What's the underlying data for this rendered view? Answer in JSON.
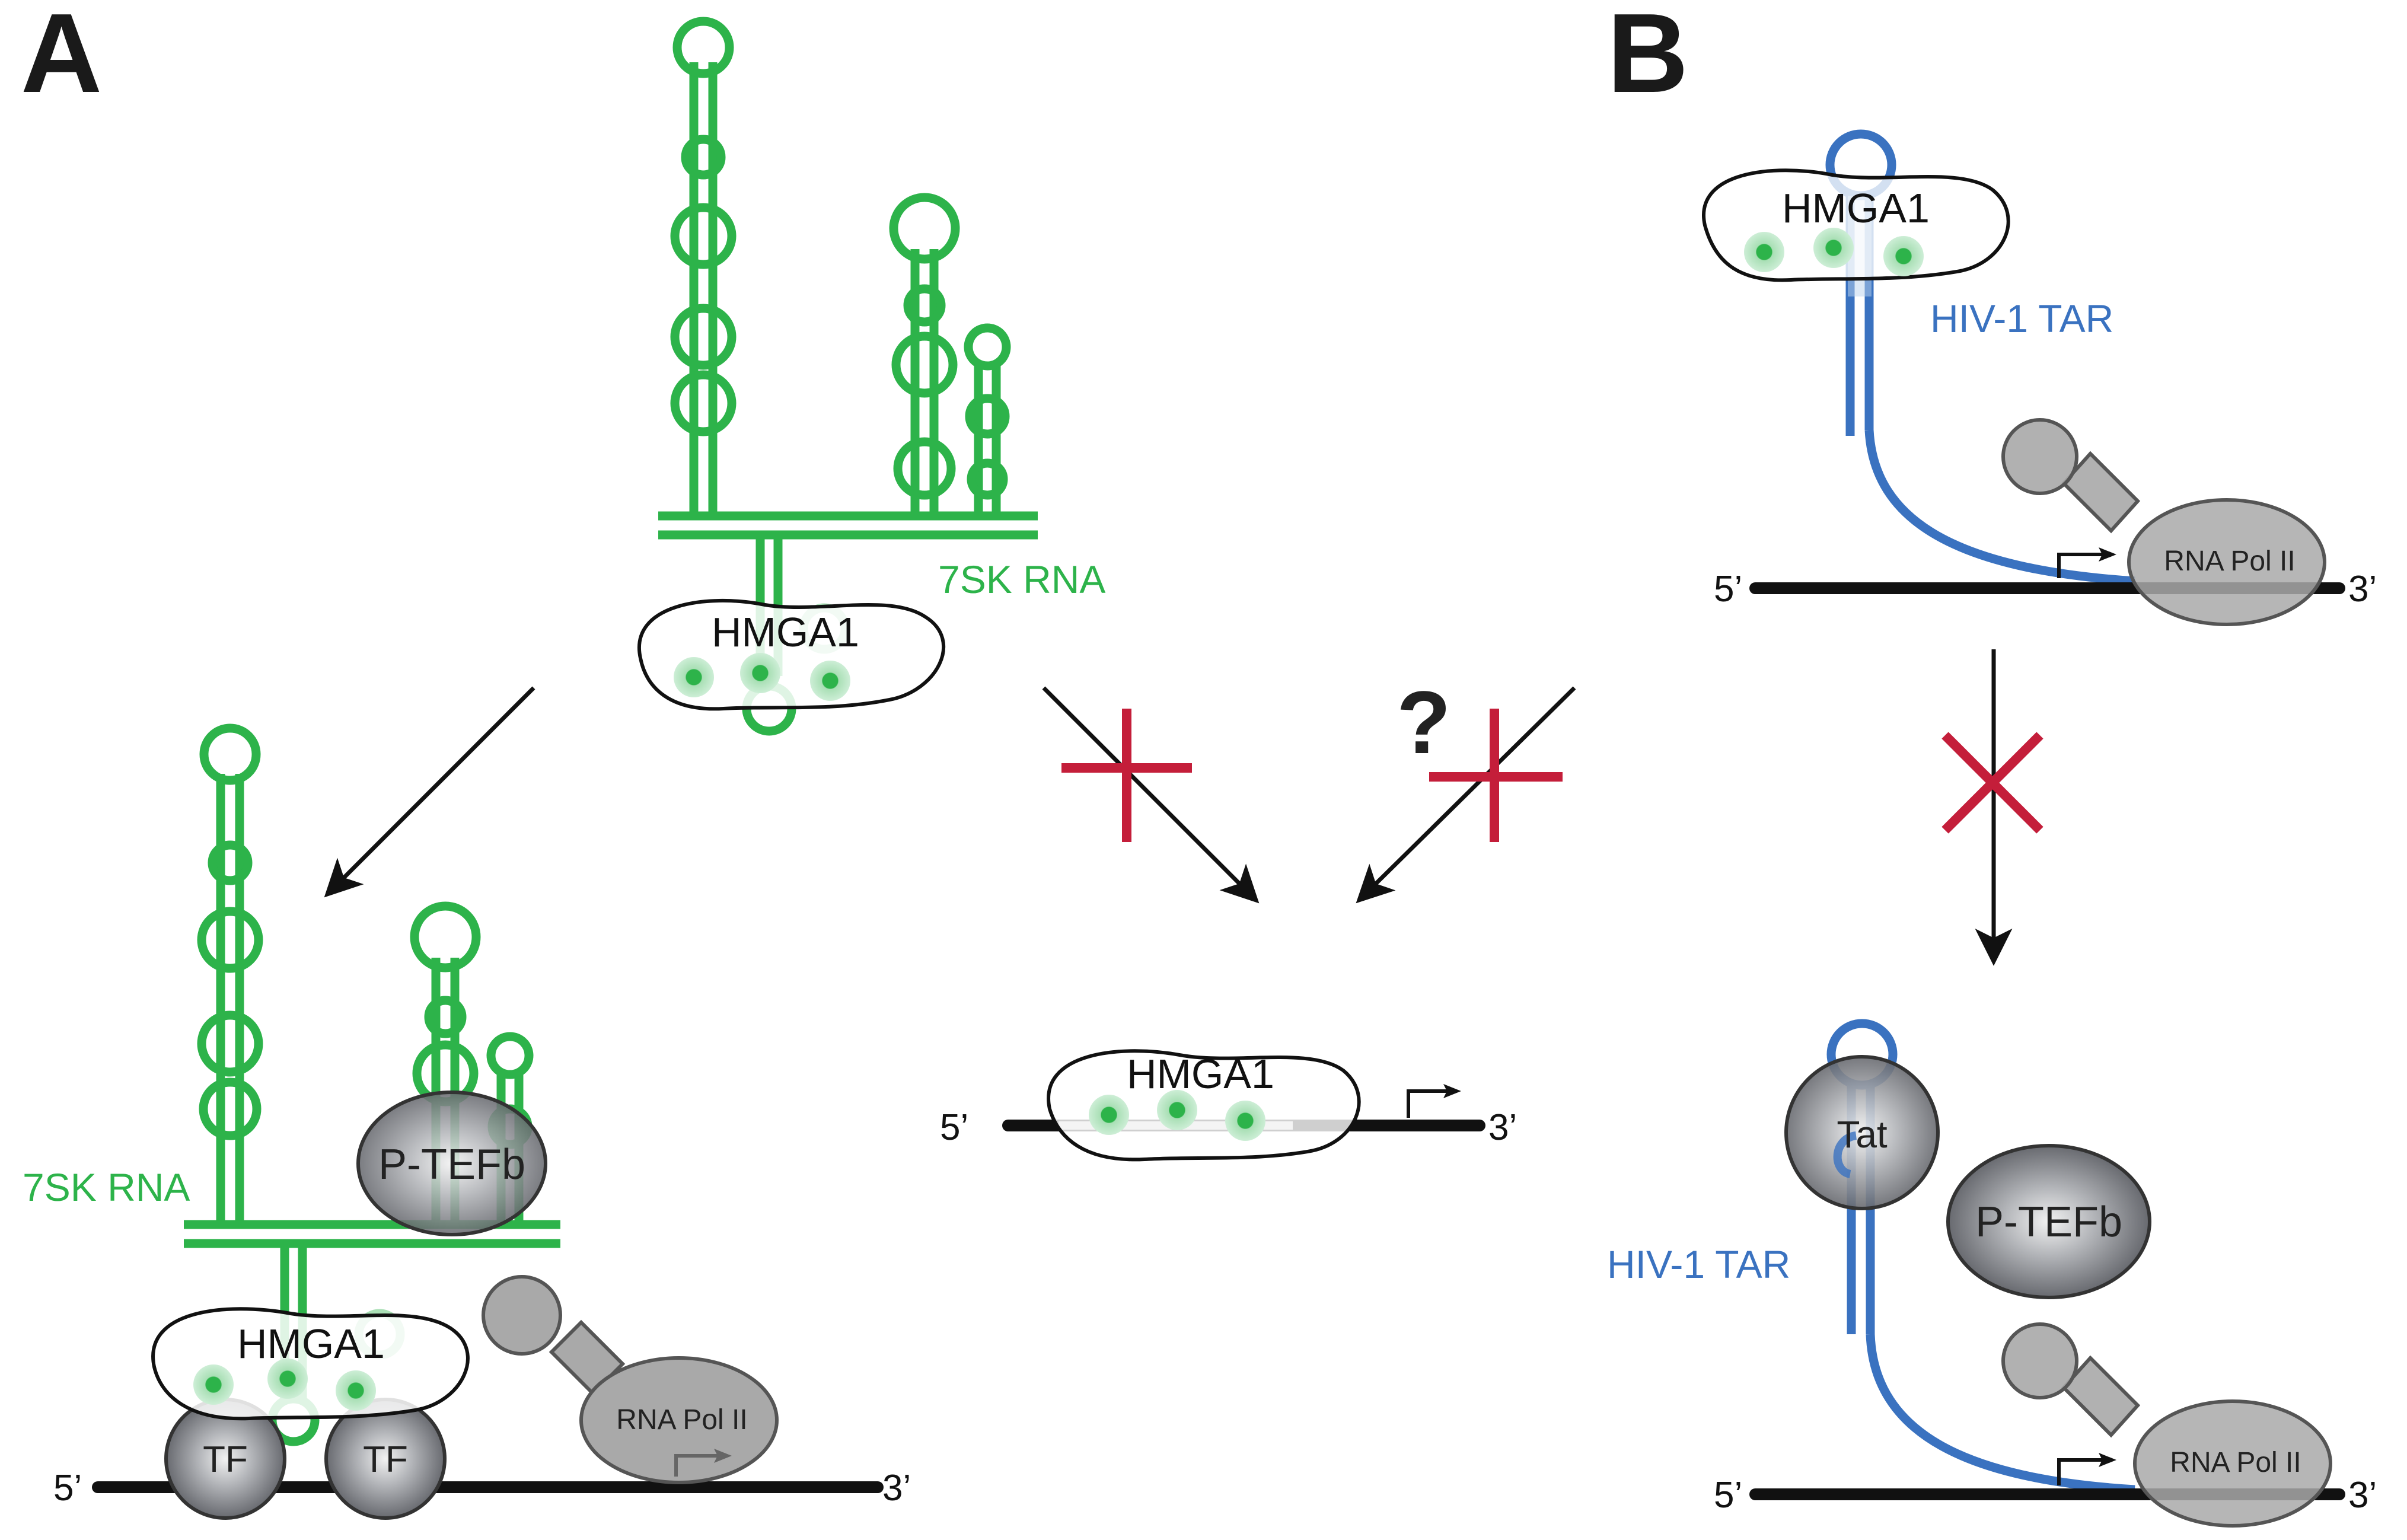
{
  "panels": {
    "a": "A",
    "b": "B"
  },
  "labels": {
    "hmga1": "HMGA1",
    "rna_7sk": "7SK RNA",
    "ptefb": "P-TEFb",
    "tf": "TF",
    "pol2": "RNA Pol II",
    "tar": "HIV-1 TAR",
    "tat": "Tat",
    "question": "?",
    "five_prime": "5’",
    "three_prime": "3’"
  },
  "colors": {
    "rna_green": "#2db34a",
    "tar_blue": "#3a72c0",
    "inhibition_red": "#c41e3a",
    "dna_black": "#111111",
    "protein_grey": "#a9a9a9"
  }
}
